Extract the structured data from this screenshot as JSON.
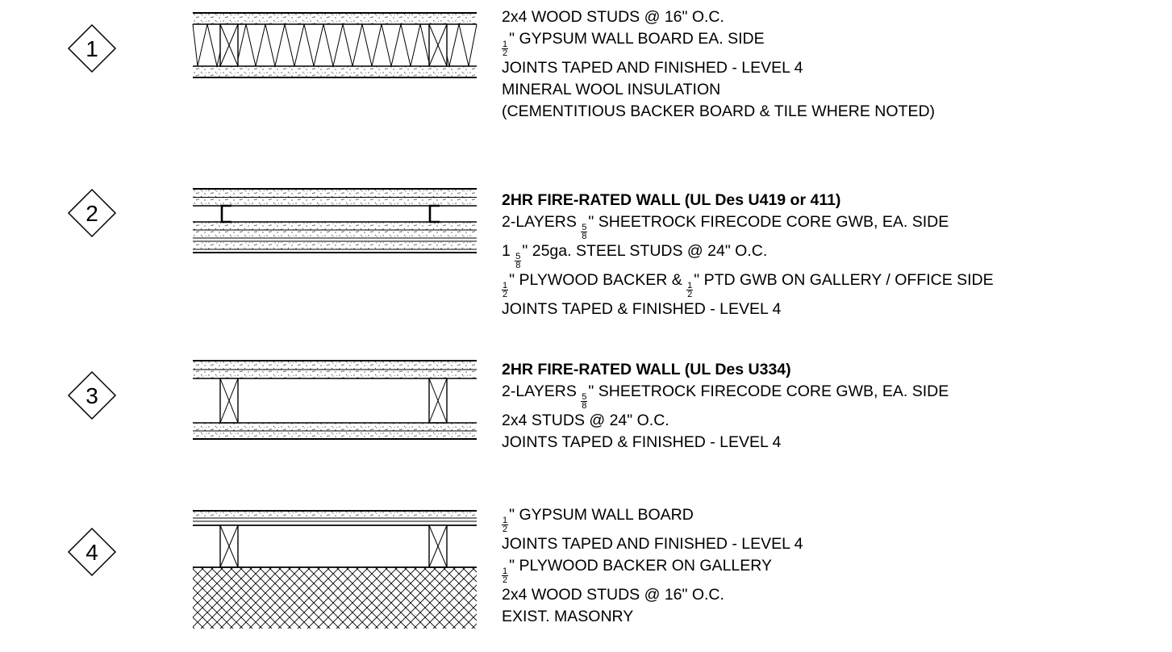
{
  "assemblies": [
    {
      "tag": "1",
      "notes": [
        {
          "bold": false,
          "parts": [
            {
              "t": "2x4 WOOD STUDS @ 16\" O.C."
            }
          ]
        },
        {
          "bold": false,
          "parts": [
            {
              "n": "1",
              "d": "2"
            },
            {
              "t": "\" GYPSUM WALL BOARD EA. SIDE"
            }
          ]
        },
        {
          "bold": false,
          "parts": [
            {
              "t": "JOINTS TAPED AND FINISHED - LEVEL 4"
            }
          ]
        },
        {
          "bold": false,
          "parts": [
            {
              "t": "MINERAL WOOL INSULATION"
            }
          ]
        },
        {
          "bold": false,
          "parts": [
            {
              "t": "(CEMENTITIOUS BACKER BOARD & TILE WHERE NOTED)"
            }
          ]
        }
      ]
    },
    {
      "tag": "2",
      "notes": [
        {
          "bold": true,
          "parts": [
            {
              "t": "2HR FIRE-RATED WALL (UL Des U419 or 411)"
            }
          ]
        },
        {
          "bold": false,
          "parts": [
            {
              "t": "2-LAYERS "
            },
            {
              "n": "5",
              "d": "8"
            },
            {
              "t": "\" SHEETROCK FIRECODE CORE GWB, EA. SIDE"
            }
          ]
        },
        {
          "bold": false,
          "parts": [
            {
              "t": "1 "
            },
            {
              "n": "5",
              "d": "8"
            },
            {
              "t": "\" 25ga. STEEL STUDS @ 24\" O.C."
            }
          ]
        },
        {
          "bold": false,
          "parts": [
            {
              "n": "1",
              "d": "2"
            },
            {
              "t": "\" PLYWOOD BACKER & "
            },
            {
              "n": "1",
              "d": "2"
            },
            {
              "t": "\" PTD GWB ON GALLERY / OFFICE SIDE"
            }
          ]
        },
        {
          "bold": false,
          "parts": [
            {
              "t": "JOINTS TAPED & FINISHED - LEVEL 4"
            }
          ]
        }
      ]
    },
    {
      "tag": "3",
      "notes": [
        {
          "bold": true,
          "parts": [
            {
              "t": "2HR FIRE-RATED WALL (UL Des U334)"
            }
          ]
        },
        {
          "bold": false,
          "parts": [
            {
              "t": "2-LAYERS "
            },
            {
              "n": "5",
              "d": "8"
            },
            {
              "t": "\" SHEETROCK FIRECODE CORE GWB, EA. SIDE"
            }
          ]
        },
        {
          "bold": false,
          "parts": [
            {
              "t": "2x4 STUDS @ 24\" O.C."
            }
          ]
        },
        {
          "bold": false,
          "parts": [
            {
              "t": "JOINTS TAPED & FINISHED - LEVEL 4"
            }
          ]
        }
      ]
    },
    {
      "tag": "4",
      "notes": [
        {
          "bold": false,
          "parts": [
            {
              "n": "1",
              "d": "2"
            },
            {
              "t": "\" GYPSUM WALL BOARD"
            }
          ]
        },
        {
          "bold": false,
          "parts": [
            {
              "t": "JOINTS TAPED AND FINISHED - LEVEL 4"
            }
          ]
        },
        {
          "bold": false,
          "parts": [
            {
              "n": "1",
              "d": "2"
            },
            {
              "t": "\" PLYWOOD BACKER ON GALLERY"
            }
          ]
        },
        {
          "bold": false,
          "parts": [
            {
              "t": "2x4 WOOD STUDS @ 16\" O.C."
            }
          ]
        },
        {
          "bold": false,
          "parts": [
            {
              "t": "EXIST. MASONRY"
            }
          ]
        }
      ]
    }
  ]
}
